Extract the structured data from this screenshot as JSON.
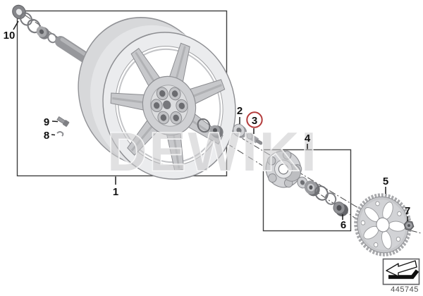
{
  "watermark": "DEWIKI",
  "diagram_number": "445745",
  "callouts": [
    "1",
    "2",
    "3",
    "4",
    "5",
    "6",
    "7",
    "8",
    "9",
    "10"
  ],
  "highlight": {
    "callout": "3",
    "color": "#b33b3b"
  },
  "icons": {
    "bottom_right": "riding-direction-arrow-icon"
  },
  "colors": {
    "outline": "#3f3f3f",
    "centerline": "#4b4b4c",
    "metal_light": "#ebecee",
    "metal_mid": "#c7c8cb",
    "metal_dark": "#7f8084"
  }
}
